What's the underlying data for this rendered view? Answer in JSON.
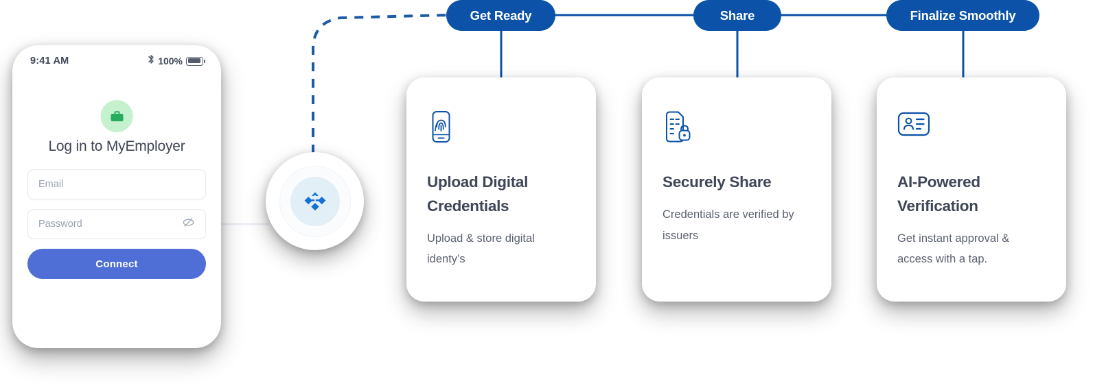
{
  "colors": {
    "pill_blue": "#0b52a8",
    "icon_blue": "#0b52a8",
    "connect_button": "#4f6fd6",
    "badge_green_bg": "#c5f1cf",
    "badge_green_fg": "#27ab5e",
    "title_ink": "#3f4656",
    "body_ink": "#5b6170",
    "placeholder": "#9aa1b0"
  },
  "phone": {
    "status": {
      "time": "9:41 AM",
      "bluetooth_icon": "bluetooth-icon",
      "battery_percent": "100%",
      "battery_icon": "battery-full-icon"
    },
    "brand_icon": "briefcase-icon",
    "title": "Log in to MyEmployer",
    "fields": [
      {
        "name": "email",
        "placeholder": "Email",
        "value": "",
        "trailing_icon": ""
      },
      {
        "name": "password",
        "placeholder": "Password",
        "value": "",
        "trailing_icon": "eye-off-icon"
      }
    ],
    "submit_label": "Connect"
  },
  "hub": {
    "logo_icon": "node-cluster-icon",
    "label": "identity-hub"
  },
  "flow": {
    "pills": [
      {
        "label": "Get Ready"
      },
      {
        "label": "Share"
      },
      {
        "label": "Finalize Smoothly"
      }
    ],
    "cards": [
      {
        "icon": "phone-fingerprint-icon",
        "title": "Upload Digital Credentials",
        "description": "Upload & store digital identy’s"
      },
      {
        "icon": "document-lock-icon",
        "title": "Securely Share",
        "description": "Credentials are verified by issuers"
      },
      {
        "icon": "id-card-icon",
        "title": "AI-Powered Verification",
        "description": "Get instant approval & access with a tap."
      }
    ]
  }
}
